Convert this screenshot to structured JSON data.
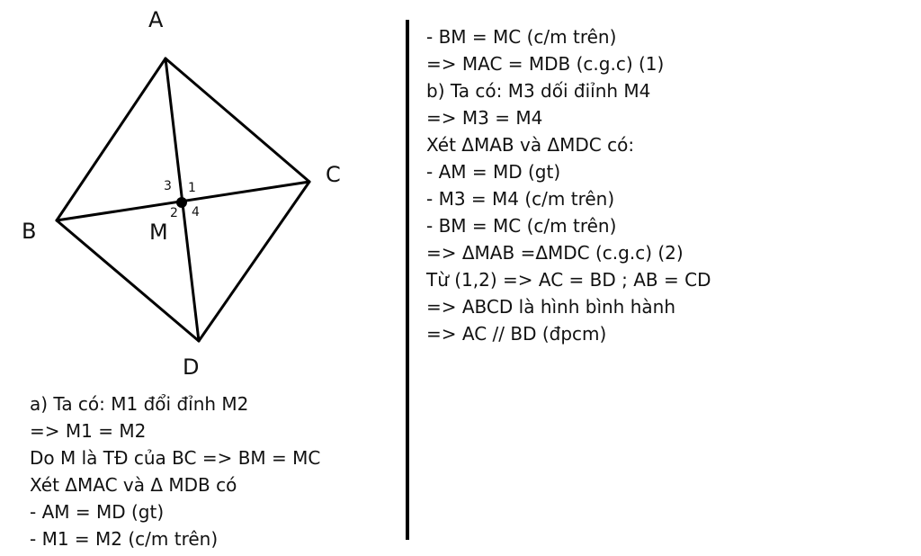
{
  "figure": {
    "vertices": {
      "A": "A",
      "B": "B",
      "C": "C",
      "D": "D",
      "M": "M"
    },
    "angle_labels": {
      "a1": "1",
      "a2": "2",
      "a3": "3",
      "a4": "4"
    }
  },
  "left_lines": [
    "a) Ta có: M1 đổi đỉnh M2",
    "=> M1 = M2",
    "Do M là TĐ của BC => BM = MC",
    "Xét ΔMAC và Δ MDB có",
    "- AM = MD (gt)",
    "- M1 = M2 (c/m trên)"
  ],
  "right_lines": [
    "- BM = MC (c/m trên)",
    "=>   MAC =   MDB (c.g.c) (1)",
    "b) Ta có: M3 dối điỉnh M4",
    "=> M3 = M4",
    "Xét ΔMAB và ΔMDC có:",
    "- AM = MD (gt)",
    "- M3 = M4 (c/m trên)",
    "- BM = MC (c/m trên)",
    "=> ΔMAB =ΔMDC (c.g.c) (2)",
    "Từ (1,2) => AC = BD ; AB = CD",
    "=> ABCD là hình bình hành",
    "=> AC // BD (đpcm)"
  ]
}
